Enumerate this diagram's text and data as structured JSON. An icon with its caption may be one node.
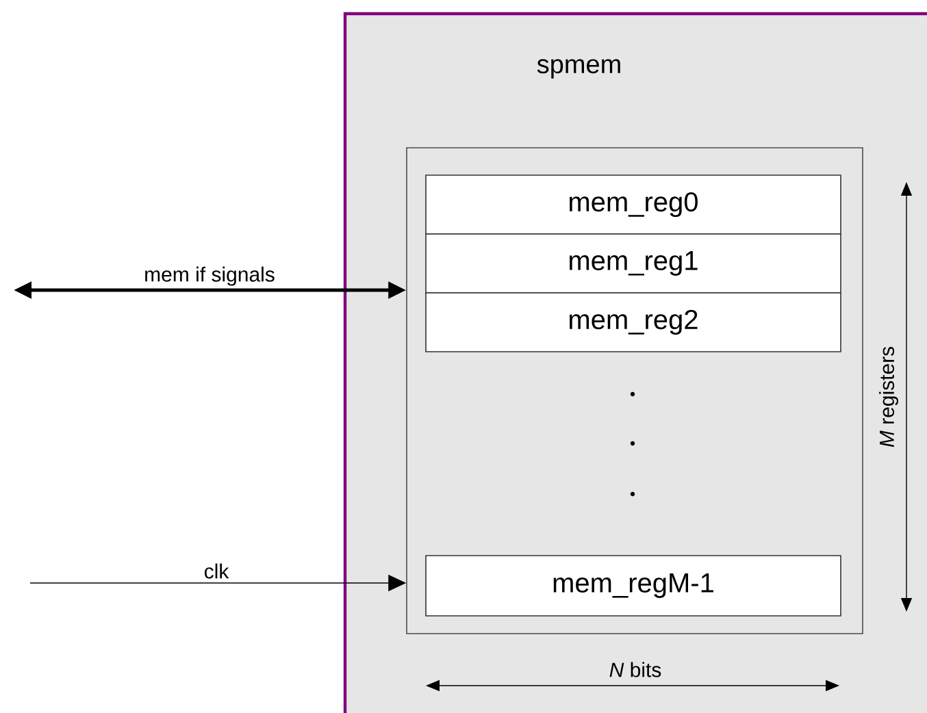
{
  "diagram": {
    "nodes": [
      {
        "text": [
          "spmem"
        ]
      },
      {
        "text": [],
        "shape": "box",
        "in": 0
      },
      {
        "text": [
          "mem_reg0"
        ],
        "in": 1
      },
      {
        "text": [
          "mem_reg1"
        ],
        "in": 1
      },
      {
        "text": [
          "mem_reg2"
        ],
        "in": 1
      },
      {
        "text": [
          "mem_regM-1"
        ],
        "in": 1
      }
    ],
    "edges": [
      {
        "from": null,
        "to": 1,
        "arrow": "both",
        "style": "thick",
        "label": "mem if signals"
      },
      {
        "from": null,
        "to": 1,
        "arrow": "to",
        "label": "clk"
      }
    ],
    "labels": [
      "*M* registers",
      "*N* bits"
    ]
  }
}
